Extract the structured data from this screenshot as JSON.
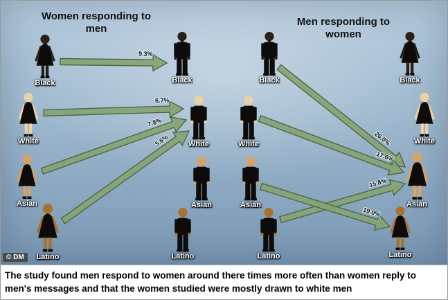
{
  "titles": {
    "left": "Women responding to men",
    "right": "Men responding to women"
  },
  "watermark": "© DM",
  "caption": "The study found men respond to women around there times more often than women reply to men's messages and that the women studied were mostly drawn to white men",
  "colors": {
    "arrow_fill": "#85a276",
    "arrow_stroke": "#4e683d",
    "clothes": "#0d0c0a",
    "skin_black": "#2a2015",
    "skin_white": "#ecd0a6",
    "skin_asian": "#d8a263",
    "skin_latino": "#a8712f"
  },
  "columns": [
    {
      "id": "women-senders",
      "figures": [
        {
          "label": "Black",
          "type": "woman",
          "skin": "skin_black"
        },
        {
          "label": "White",
          "type": "woman",
          "skin": "skin_white"
        },
        {
          "label": "Asian",
          "type": "woman",
          "skin": "skin_asian"
        },
        {
          "label": "Latino",
          "type": "woman",
          "skin": "skin_latino"
        }
      ]
    },
    {
      "id": "men-receivers",
      "figures": [
        {
          "label": "Black",
          "type": "man",
          "skin": "skin_black"
        },
        {
          "label": "White",
          "type": "man",
          "skin": "skin_white"
        },
        {
          "label": "Asian",
          "type": "man",
          "skin": "skin_asian"
        },
        {
          "label": "Latino",
          "type": "man",
          "skin": "skin_latino"
        }
      ]
    },
    {
      "id": "men-senders",
      "figures": [
        {
          "label": "Black",
          "type": "man",
          "skin": "skin_black"
        },
        {
          "label": "White",
          "type": "man",
          "skin": "skin_white"
        },
        {
          "label": "Asian",
          "type": "man",
          "skin": "skin_asian"
        },
        {
          "label": "Latino",
          "type": "man",
          "skin": "skin_latino"
        }
      ]
    },
    {
      "id": "women-receivers",
      "figures": [
        {
          "label": "Black",
          "type": "woman",
          "skin": "skin_black"
        },
        {
          "label": "White",
          "type": "woman",
          "skin": "skin_white"
        },
        {
          "label": "Asian",
          "type": "woman",
          "skin": "skin_asian"
        },
        {
          "label": "Latino",
          "type": "woman",
          "skin": "skin_latino"
        }
      ]
    }
  ],
  "chart_data": {
    "type": "diagram",
    "title_left": "Women responding to men",
    "title_right": "Men responding to women",
    "arrows": [
      {
        "from": "Black women",
        "to": "Black men",
        "percent": "9.3%"
      },
      {
        "from": "White women",
        "to": "White men",
        "percent": "6.7%"
      },
      {
        "from": "Asian women",
        "to": "White men",
        "percent": "7.8%"
      },
      {
        "from": "Latino women",
        "to": "White men",
        "percent": "5.6%"
      },
      {
        "from": "Black men",
        "to": "Asian women",
        "percent": "26.0%"
      },
      {
        "from": "White men",
        "to": "Asian women",
        "percent": "17.6%"
      },
      {
        "from": "Latino men",
        "to": "Asian women",
        "percent": "15.8%"
      },
      {
        "from": "Asian men",
        "to": "Latino women",
        "percent": "19.0%"
      }
    ]
  }
}
